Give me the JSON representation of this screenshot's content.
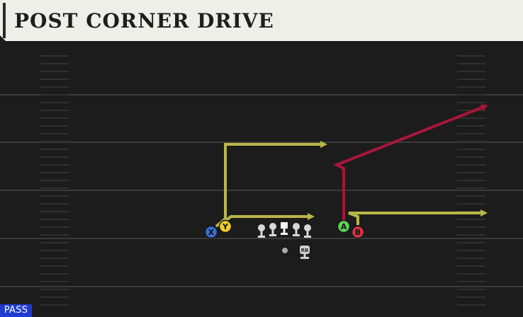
{
  "play": {
    "title": "POST CORNER DRIVE",
    "type_badge": "PASS"
  },
  "players": {
    "x": "X",
    "y": "Y",
    "a": "A",
    "b": "B",
    "rb": "RB"
  },
  "colors": {
    "route_yellow": "#b9b64a",
    "route_red": "#a8163a",
    "badge_blue": "#1f3bd1",
    "player_x": "#3b6fd6",
    "player_y": "#f0cf2a",
    "player_a": "#5fd35a",
    "player_b": "#d83342"
  }
}
